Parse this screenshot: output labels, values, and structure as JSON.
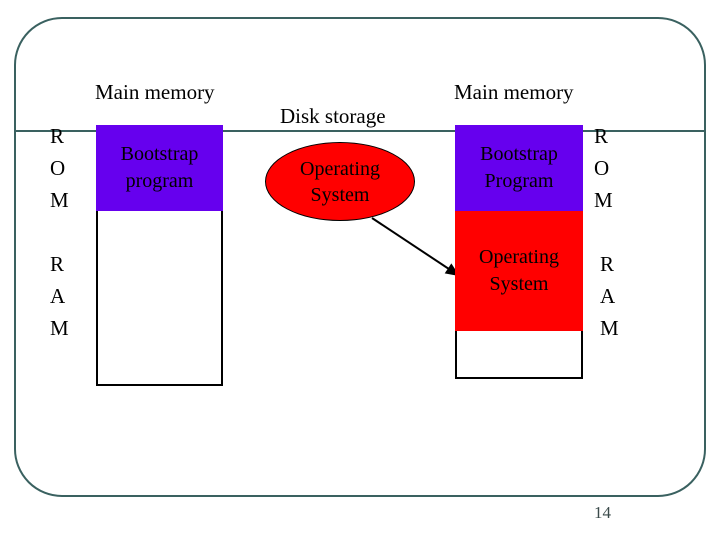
{
  "slide": {
    "page_number": "14",
    "frame_color": "#3a6160",
    "rom_color": "#6600ee",
    "ram_color": "#ff0000",
    "disk_color": "#ff0000"
  },
  "captions": {
    "main_memory_left": "Main memory",
    "disk_storage": "Disk storage",
    "main_memory_right": "Main memory"
  },
  "left_memory": {
    "rom_segment": {
      "line1": "Bootstrap",
      "line2": "program"
    },
    "side_labels": {
      "rom": "R\nO\nM",
      "ram": "R\nA\nM"
    }
  },
  "disk_storage": {
    "ellipse": {
      "line1": "Operating",
      "line2": "System"
    }
  },
  "right_memory": {
    "rom_segment": {
      "line1": "Bootstrap",
      "line2": "Program"
    },
    "ram_segment": {
      "line1": "Operating",
      "line2": "System"
    },
    "side_labels": {
      "rom": "R\nO\nM",
      "ram": "R\nA\nM"
    }
  }
}
